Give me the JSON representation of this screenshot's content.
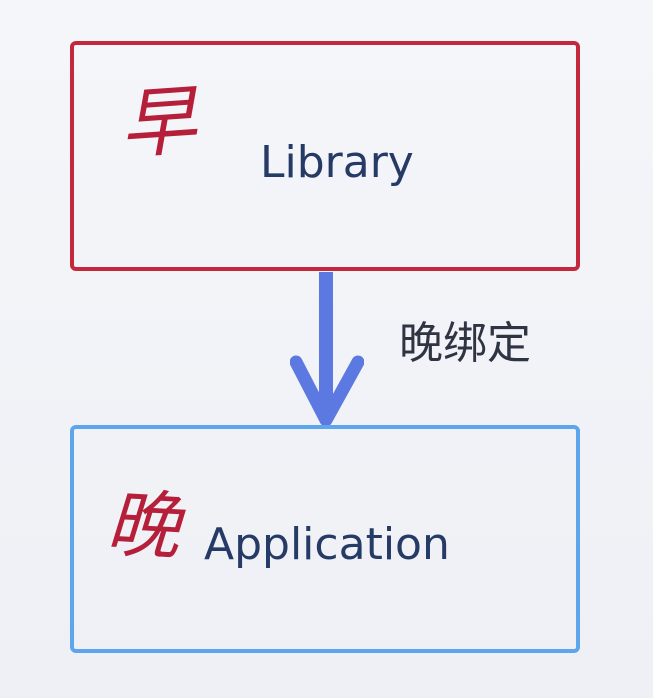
{
  "diagram": {
    "top_node": {
      "label": "Library",
      "annotation": "早",
      "border_color": "#c3283d"
    },
    "bottom_node": {
      "label": "Application",
      "annotation": "晚",
      "border_color": "#5da6ec"
    },
    "edge": {
      "label": "晚绑定",
      "direction": "down",
      "color": "#5b79e0"
    }
  }
}
